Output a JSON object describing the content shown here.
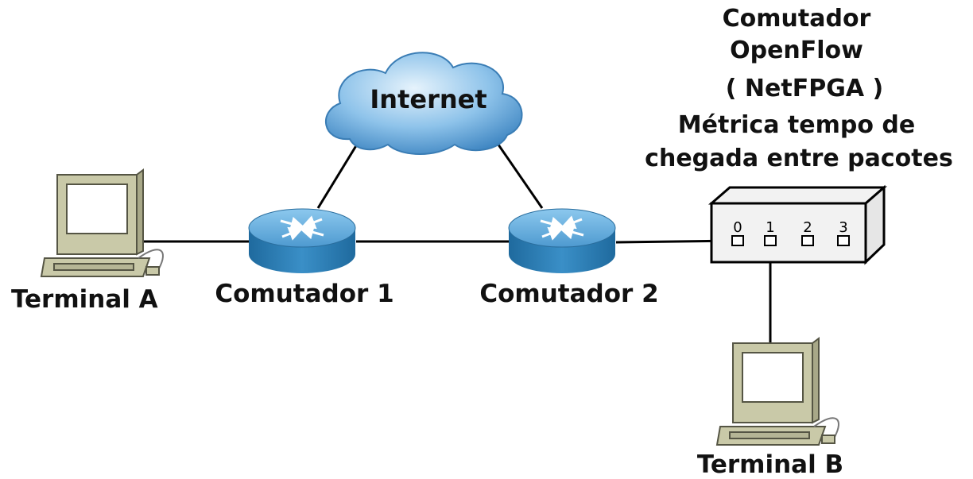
{
  "cloud": {
    "label": "Internet"
  },
  "terminal_a": {
    "label": "Terminal A"
  },
  "terminal_b": {
    "label": "Terminal B"
  },
  "switch_1": {
    "label": "Comutador 1"
  },
  "switch_2": {
    "label": "Comutador 2"
  },
  "openflow_switch": {
    "title_lines": [
      "Comutador",
      "OpenFlow",
      "( NetFPGA )",
      "Métrica tempo de",
      "chegada entre pacotes"
    ],
    "ports": [
      "0",
      "1",
      "2",
      "3"
    ]
  },
  "colors": {
    "router_top": "#5ba6d6",
    "router_side": "#2a79b0",
    "cloud": "#8ec3ea",
    "computer_body": "#c9c9a8",
    "line": "#000000"
  }
}
